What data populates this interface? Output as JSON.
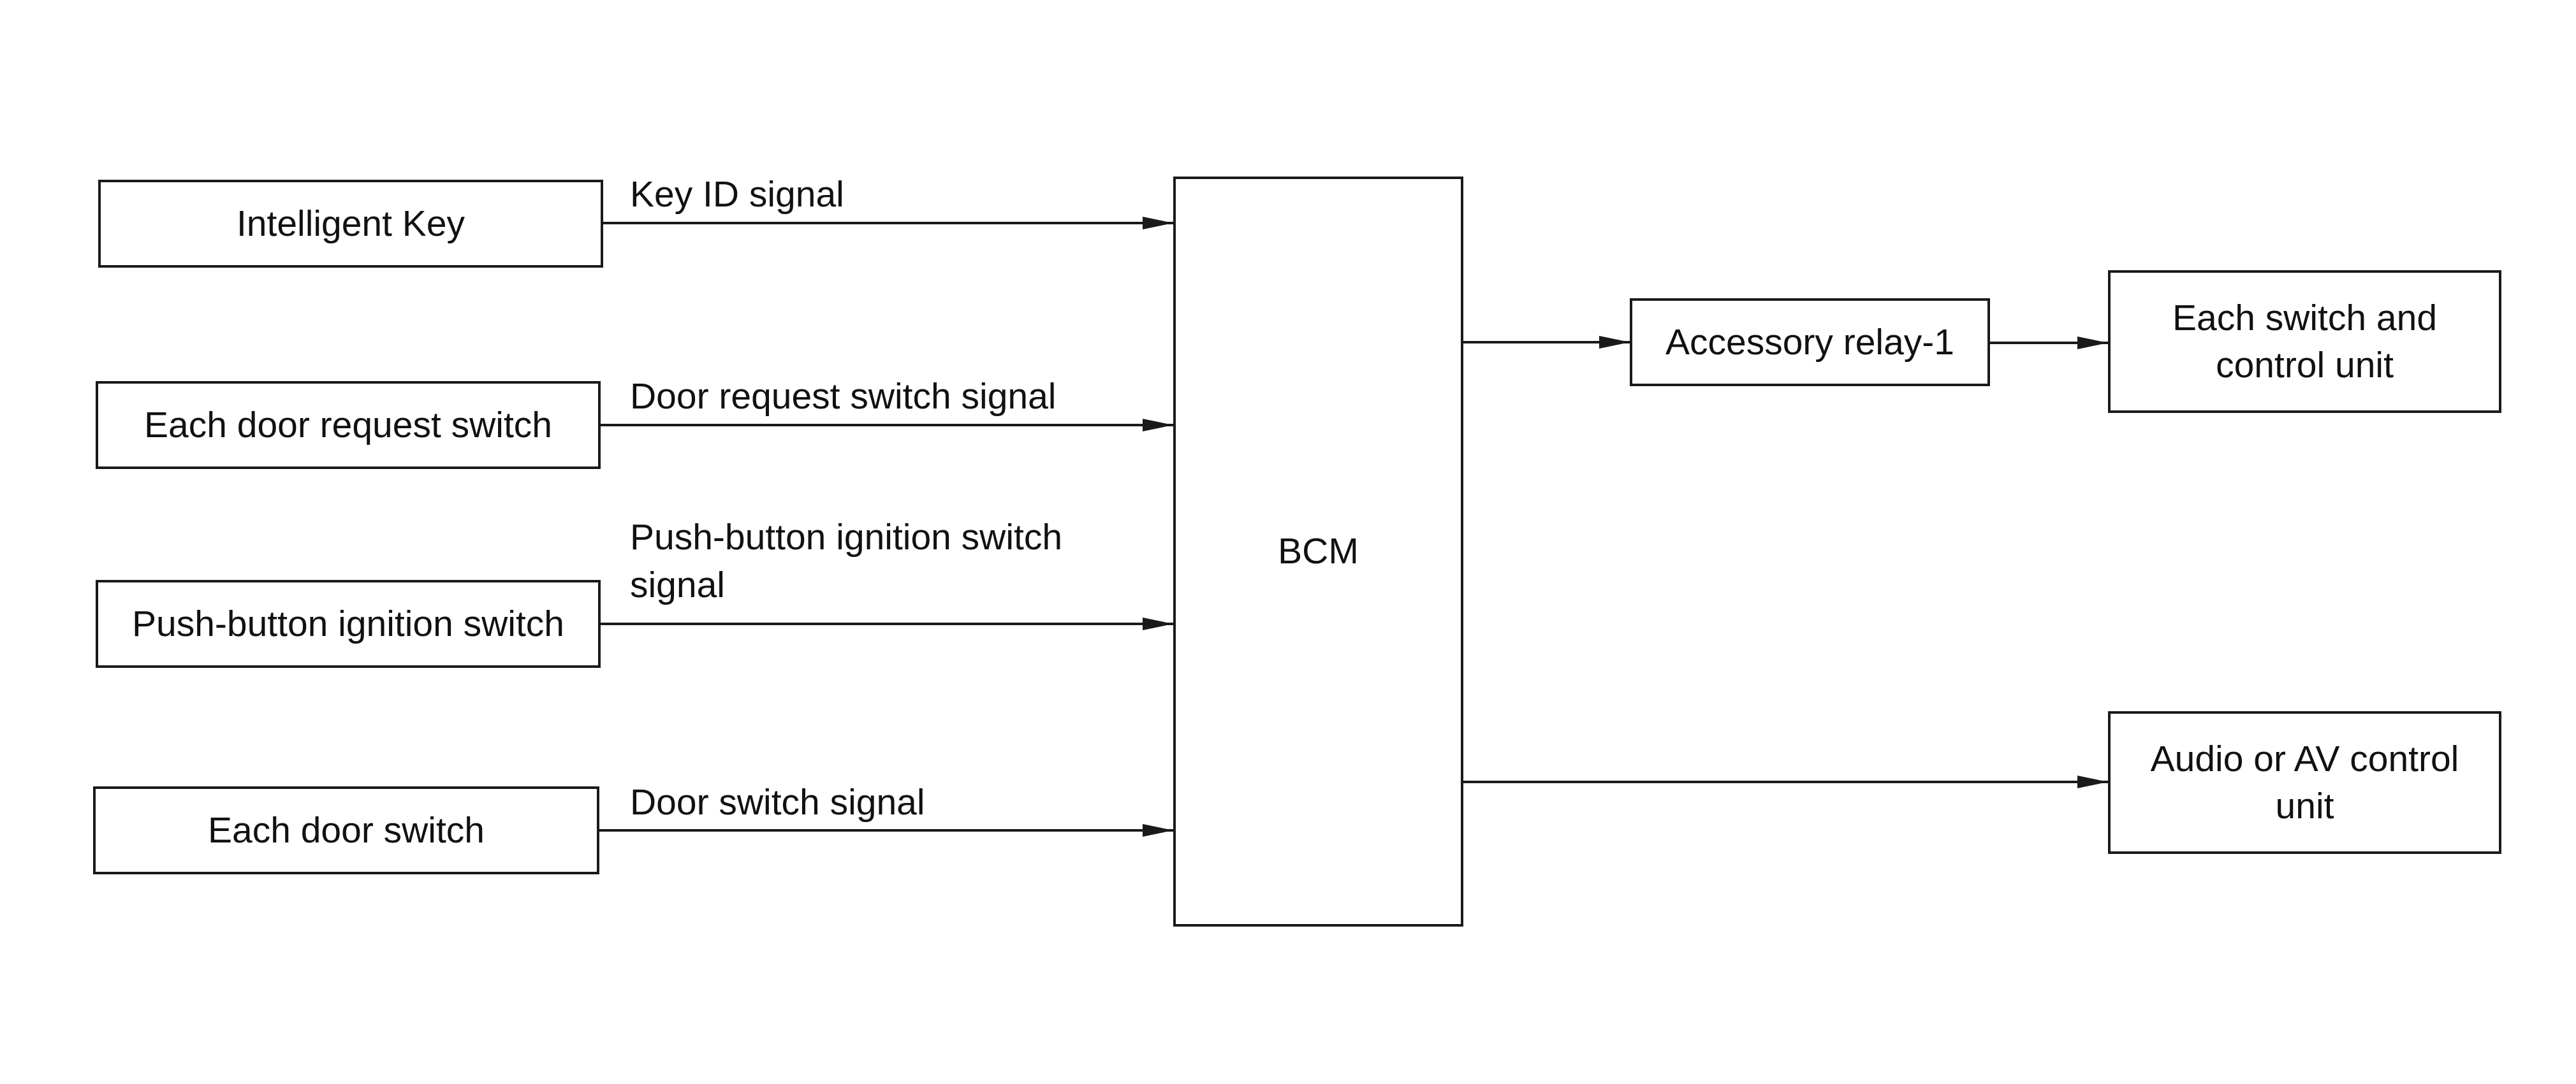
{
  "inputs": [
    {
      "label": "Intelligent Key",
      "signal": "Key ID signal"
    },
    {
      "label": "Each door request switch",
      "signal": "Door request switch signal"
    },
    {
      "label": "Push-button ignition switch",
      "signal": "Push-button ignition switch\nsignal"
    },
    {
      "label": "Each door switch",
      "signal": "Door switch signal"
    }
  ],
  "center": {
    "label": "BCM"
  },
  "relay": {
    "label": "Accessory relay-1"
  },
  "outputs": [
    {
      "label": "Each switch and control unit"
    },
    {
      "label": "Audio or AV control unit"
    }
  ]
}
